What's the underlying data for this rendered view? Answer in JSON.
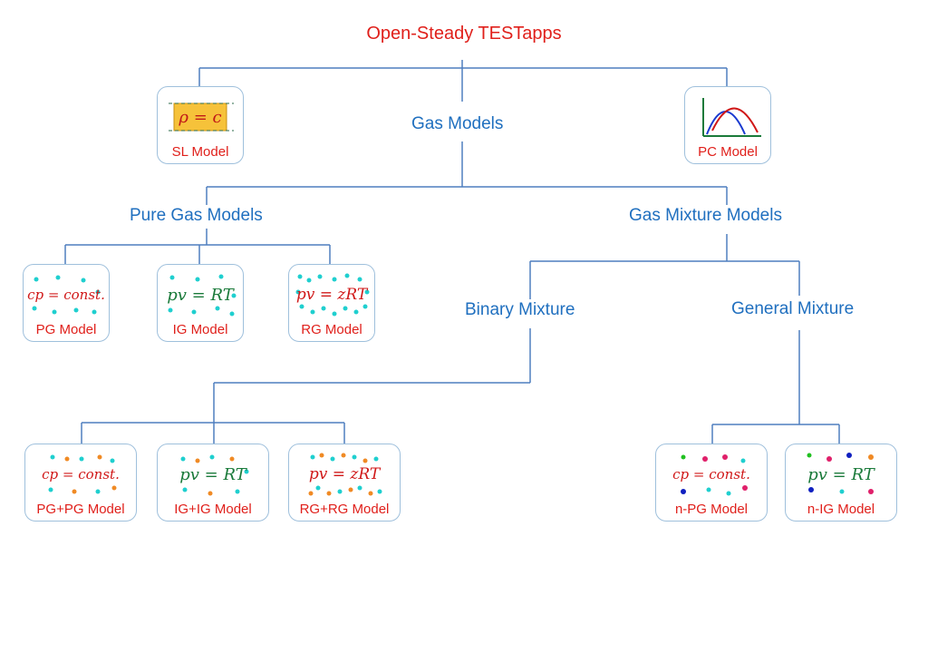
{
  "title": "Open-Steady TESTapps",
  "headings": {
    "gas_models": "Gas Models",
    "pure_gas_models": "Pure Gas Models",
    "gas_mixture_models": "Gas Mixture Models",
    "binary_mixture": "Binary Mixture",
    "general_mixture": "General Mixture"
  },
  "cards": {
    "sl": {
      "label": "SL Model",
      "formula": "ρ = c"
    },
    "pc": {
      "label": "PC Model"
    },
    "pg": {
      "label": "PG Model",
      "formula": "cp = const."
    },
    "ig": {
      "label": "IG Model",
      "formula": "pv = RT"
    },
    "rg": {
      "label": "RG Model",
      "formula": "pv = zRT"
    },
    "pgpg": {
      "label": "PG+PG Model",
      "formula": "cp = const."
    },
    "igig": {
      "label": "IG+IG Model",
      "formula": "pv = RT"
    },
    "rgrg": {
      "label": "RG+RG Model",
      "formula": "pv = zRT"
    },
    "npg": {
      "label": "n-PG Model",
      "formula": "cp = const."
    },
    "nig": {
      "label": "n-IG Model",
      "formula": "pv = RT"
    }
  },
  "colors": {
    "title_red": "#e0201b",
    "heading_blue": "#1f6fbf",
    "line_blue": "#4f7fbf",
    "card_border": "#9fc0dc",
    "particle_cyan": "#1fcfcf",
    "particle_orange": "#f08a24",
    "particle_magenta": "#e0206a",
    "particle_blue": "#1020c0",
    "particle_green": "#20c020",
    "formula_red": "#d01818",
    "formula_green": "#1a7a3a"
  }
}
